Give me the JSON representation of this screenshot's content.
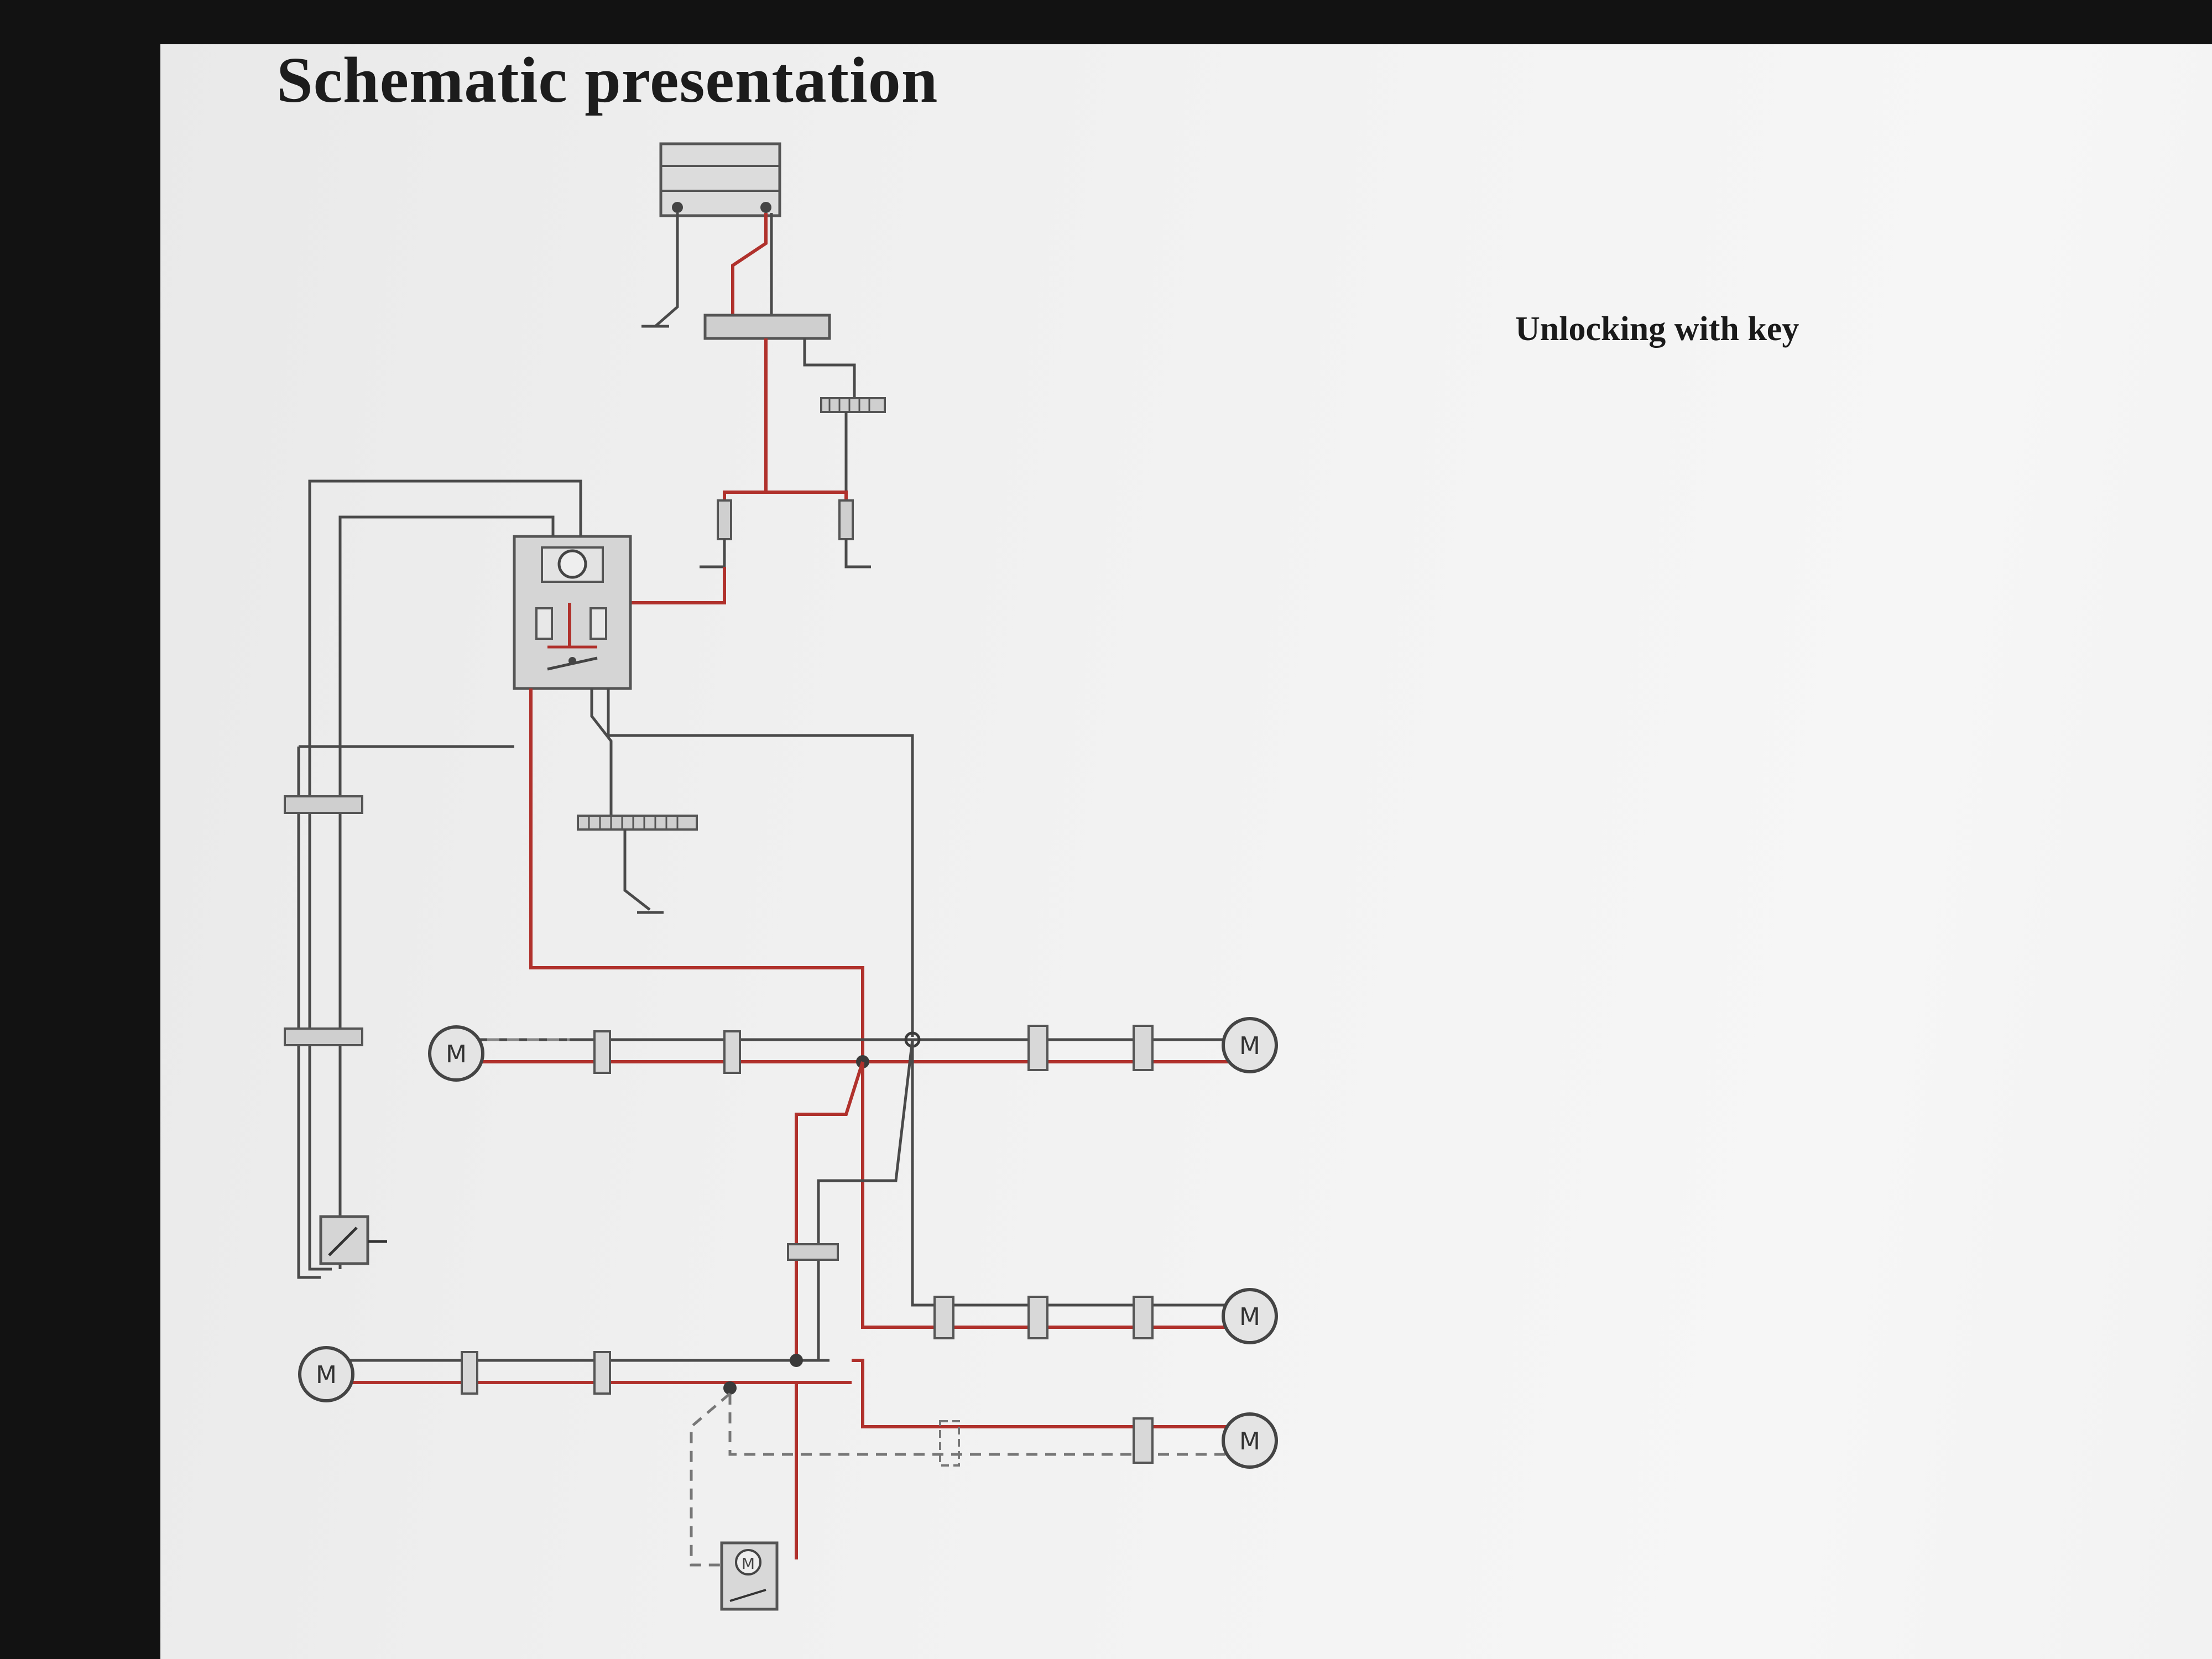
{
  "title": "Schematic presentation",
  "side_label": "Unlocking with key",
  "motor_symbol": "M",
  "colors": {
    "wire_active": "#b0312c",
    "wire_inactive": "#4a4a4a",
    "component_fill": "#d7d7d7",
    "component_stroke": "#555555"
  }
}
